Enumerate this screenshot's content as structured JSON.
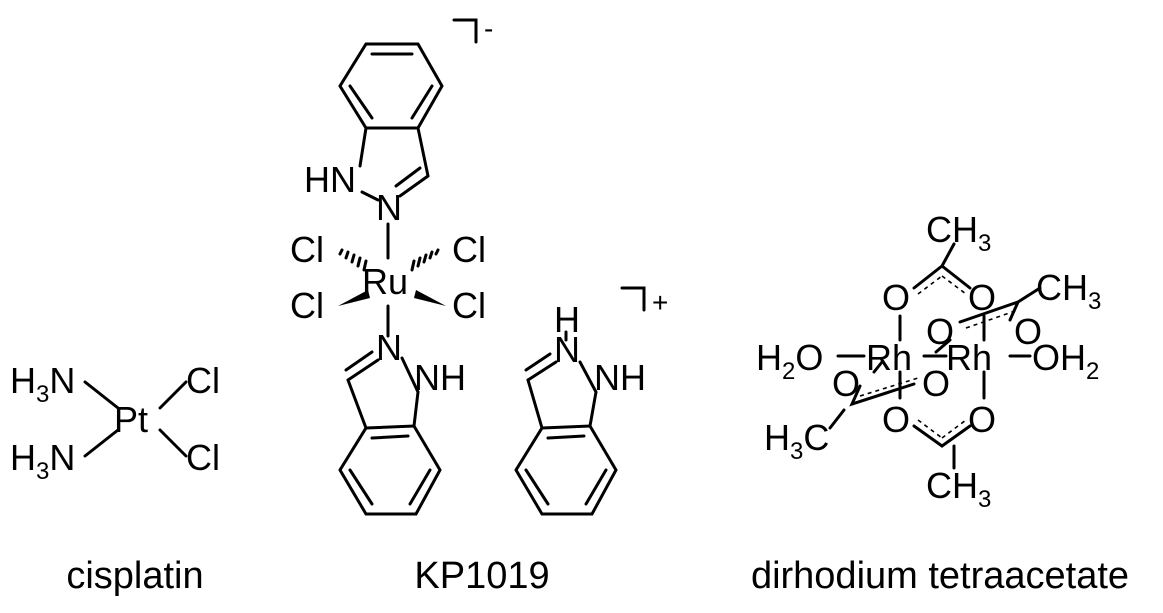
{
  "captions": {
    "cisplatin": "cisplatin",
    "kp1019": "KP1019",
    "dirhodium": "dirhodium tetraacetate"
  },
  "atoms": {
    "N": "N",
    "H": "H",
    "Cl": "Cl",
    "Pt": "Pt",
    "Ru": "Ru",
    "Rh": "Rh",
    "O": "O",
    "C": "C",
    "HN": "HN",
    "NH": "NH",
    "CH": "CH"
  },
  "subscripts": {
    "two": "2",
    "three": "3"
  },
  "charges": {
    "anion": "-",
    "cation": "+"
  }
}
